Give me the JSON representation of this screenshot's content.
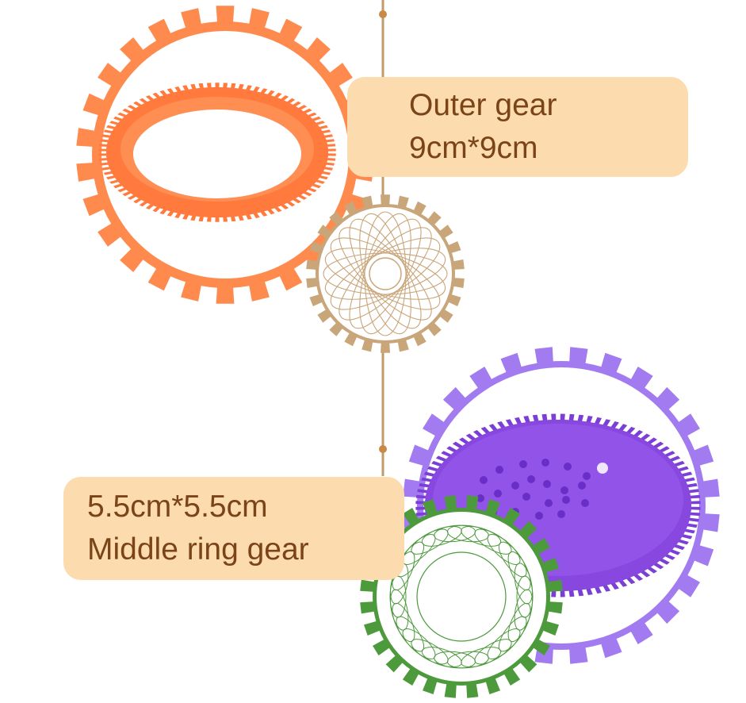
{
  "labels": {
    "outer": {
      "line1": "Outer gear",
      "line2": "9cm*9cm"
    },
    "middle": {
      "line1": "5.5cm*5.5cm",
      "line2": "Middle ring gear"
    }
  },
  "colors": {
    "orange_gear": "#ff8a4e",
    "orange_ring": "#ff7a3c",
    "tan_gear": "#c9a57a",
    "purple_gear": "#a37bf0",
    "purple_disc": "#7b3fd6",
    "green_gear": "#4c9a3c",
    "timeline": "#c19a6b",
    "label_bg": "#fcdcae",
    "label_text": "#7a4418"
  }
}
